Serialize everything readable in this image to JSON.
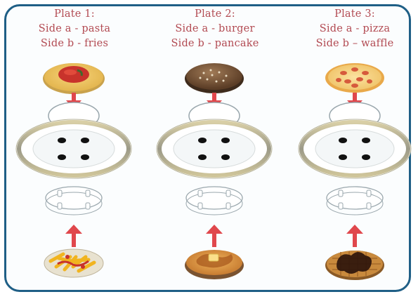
{
  "plates": [
    {
      "title": "Plate 1:",
      "side_a": "Side a - pasta",
      "side_b": "Side b - fries",
      "food_top_icon": "pasta-icon",
      "food_bottom_icon": "fries-icon"
    },
    {
      "title": "Plate 2:",
      "side_a": "Side a - burger",
      "side_b": "Side b - pancake",
      "food_top_icon": "burger-icon",
      "food_bottom_icon": "pancake-icon"
    },
    {
      "title": "Plate 3:",
      "side_a": "Side a - pizza",
      "side_b": "Side b – waffle",
      "food_top_icon": "pizza-icon",
      "food_bottom_icon": "waffle-icon"
    }
  ],
  "colors": {
    "frame": "#1f5f86",
    "heading_text": "#b24a52",
    "arrow": "#e0474c"
  }
}
